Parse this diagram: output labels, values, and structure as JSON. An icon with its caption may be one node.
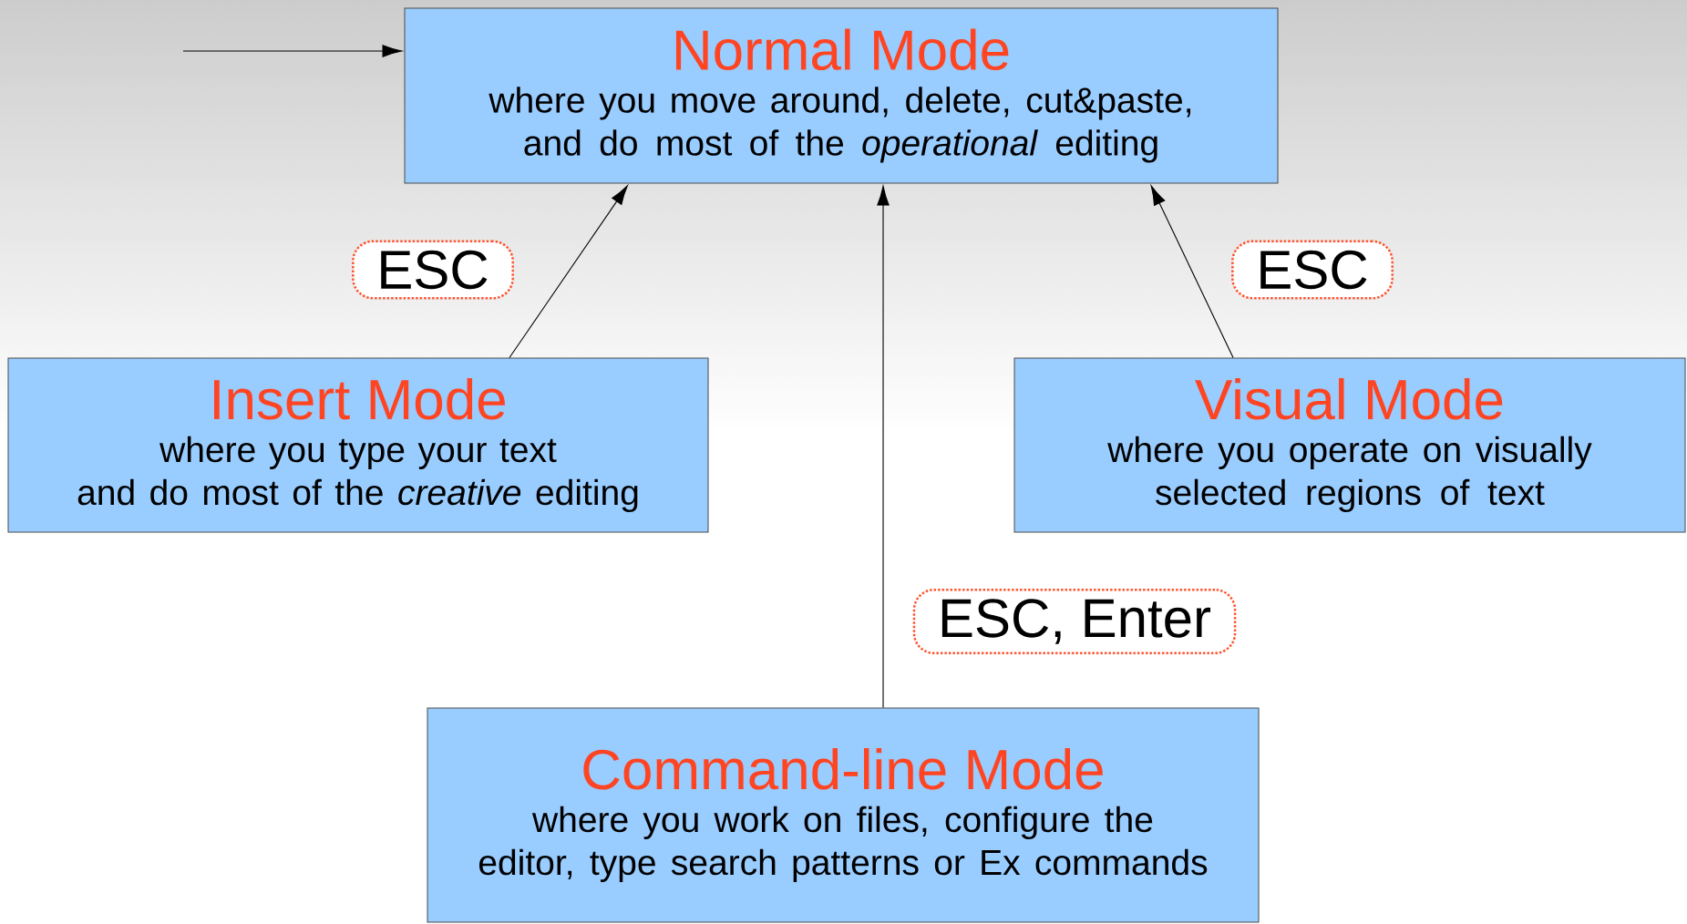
{
  "diagram": {
    "nodes": [
      {
        "text": [
          "Normal Mode",
          "where you move around, delete, cut&paste, and do most of the *operational* editing"
        ]
      },
      {
        "text": [
          "Insert Mode",
          "where you type your text and do most of the *creative* editing"
        ]
      },
      {
        "text": [
          "Visual Mode",
          "where you operate on visually selected regions of text"
        ]
      },
      {
        "text": [
          "Command-line Mode",
          "where you work on files, configure the editor, type search patterns or Ex commands"
        ]
      }
    ],
    "edges": [
      {
        "from": null,
        "to": 0,
        "arrow": "to"
      },
      {
        "from": 1,
        "to": 0,
        "arrow": "to",
        "label": "ESC"
      },
      {
        "from": 3,
        "to": 0,
        "arrow": "to",
        "label": "ESC, Enter"
      },
      {
        "from": 2,
        "to": 0,
        "arrow": "to",
        "label": "ESC"
      }
    ]
  }
}
